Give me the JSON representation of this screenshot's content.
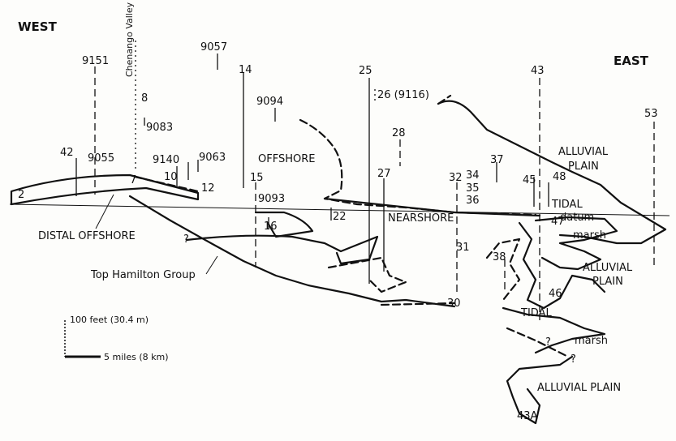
{
  "directions": {
    "west": "WEST",
    "east": "EAST"
  },
  "facies": {
    "alluvial_plain_top": [
      "ALLUVIAL",
      "PLAIN"
    ],
    "tidal_top": "TIDAL",
    "datum": "datum",
    "marsh_upper": "marsh",
    "alluvial_plain_mid": [
      "ALLUVIAL",
      "PLAIN"
    ],
    "tidal_lower": "TIDAL",
    "marsh_lower": "marsh",
    "alluvial_plain_bottom": "ALLUVIAL PLAIN",
    "offshore": "OFFSHORE",
    "nearshore": "NEARSHORE",
    "distal_offshore": "DISTAL OFFSHORE",
    "top_hamilton": "Top Hamilton Group",
    "chenango_valley": "Chenango Valley"
  },
  "wells": [
    "9151",
    "9057",
    "14",
    "25",
    "26 (9116)",
    "43",
    "53",
    "8",
    "9094",
    "9083",
    "28",
    "42",
    "9055",
    "9140",
    "9063",
    "37",
    "48",
    "27",
    "32",
    "34",
    "35",
    "36",
    "45",
    "10",
    "15",
    "12",
    "9093",
    "7",
    "2",
    "22",
    "16",
    "47",
    "31",
    "38",
    "46",
    "30",
    "43A"
  ],
  "question_marks": [
    "?",
    "?",
    "?"
  ],
  "scale": {
    "vertical": "100 feet (30.4 m)",
    "horizontal": "5 miles (8 km)"
  }
}
